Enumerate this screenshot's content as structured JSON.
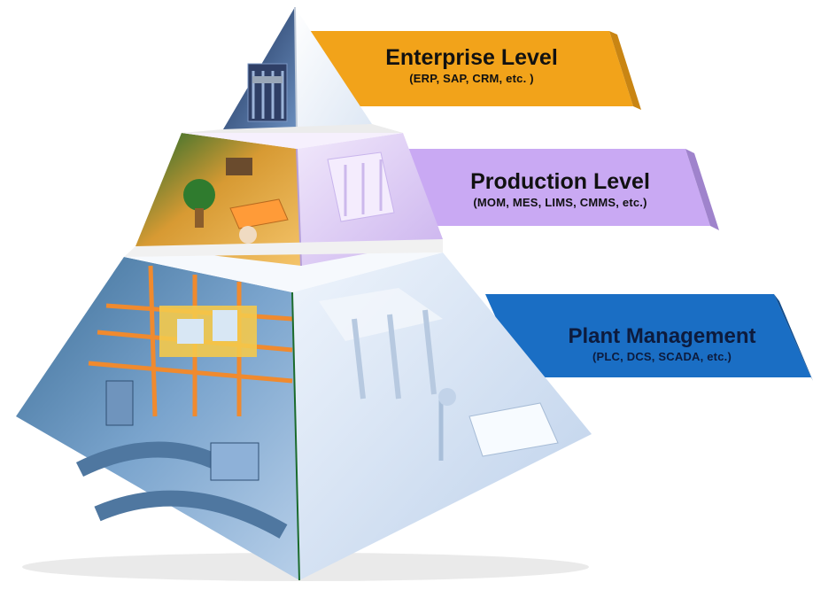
{
  "levels": [
    {
      "title": "Enterprise Level",
      "subtitle": "(ERP, SAP, CRM, etc. )",
      "banner_color": "#f4a81c"
    },
    {
      "title": "Production Level",
      "subtitle": "(MOM, MES, LIMS, CMMS, etc.)",
      "banner_color": "#c8a6f0"
    },
    {
      "title": "Plant Management",
      "subtitle": "(PLC, DCS, SCADA, etc.)",
      "banner_color": "#1f73c9"
    }
  ],
  "colors": {
    "pyramid_left_face": "#8fb0d4",
    "pyramid_right_face": "#dfe9f7",
    "production_tier_tint": "#d7c2f3",
    "floor_accent": "#f0b236"
  }
}
